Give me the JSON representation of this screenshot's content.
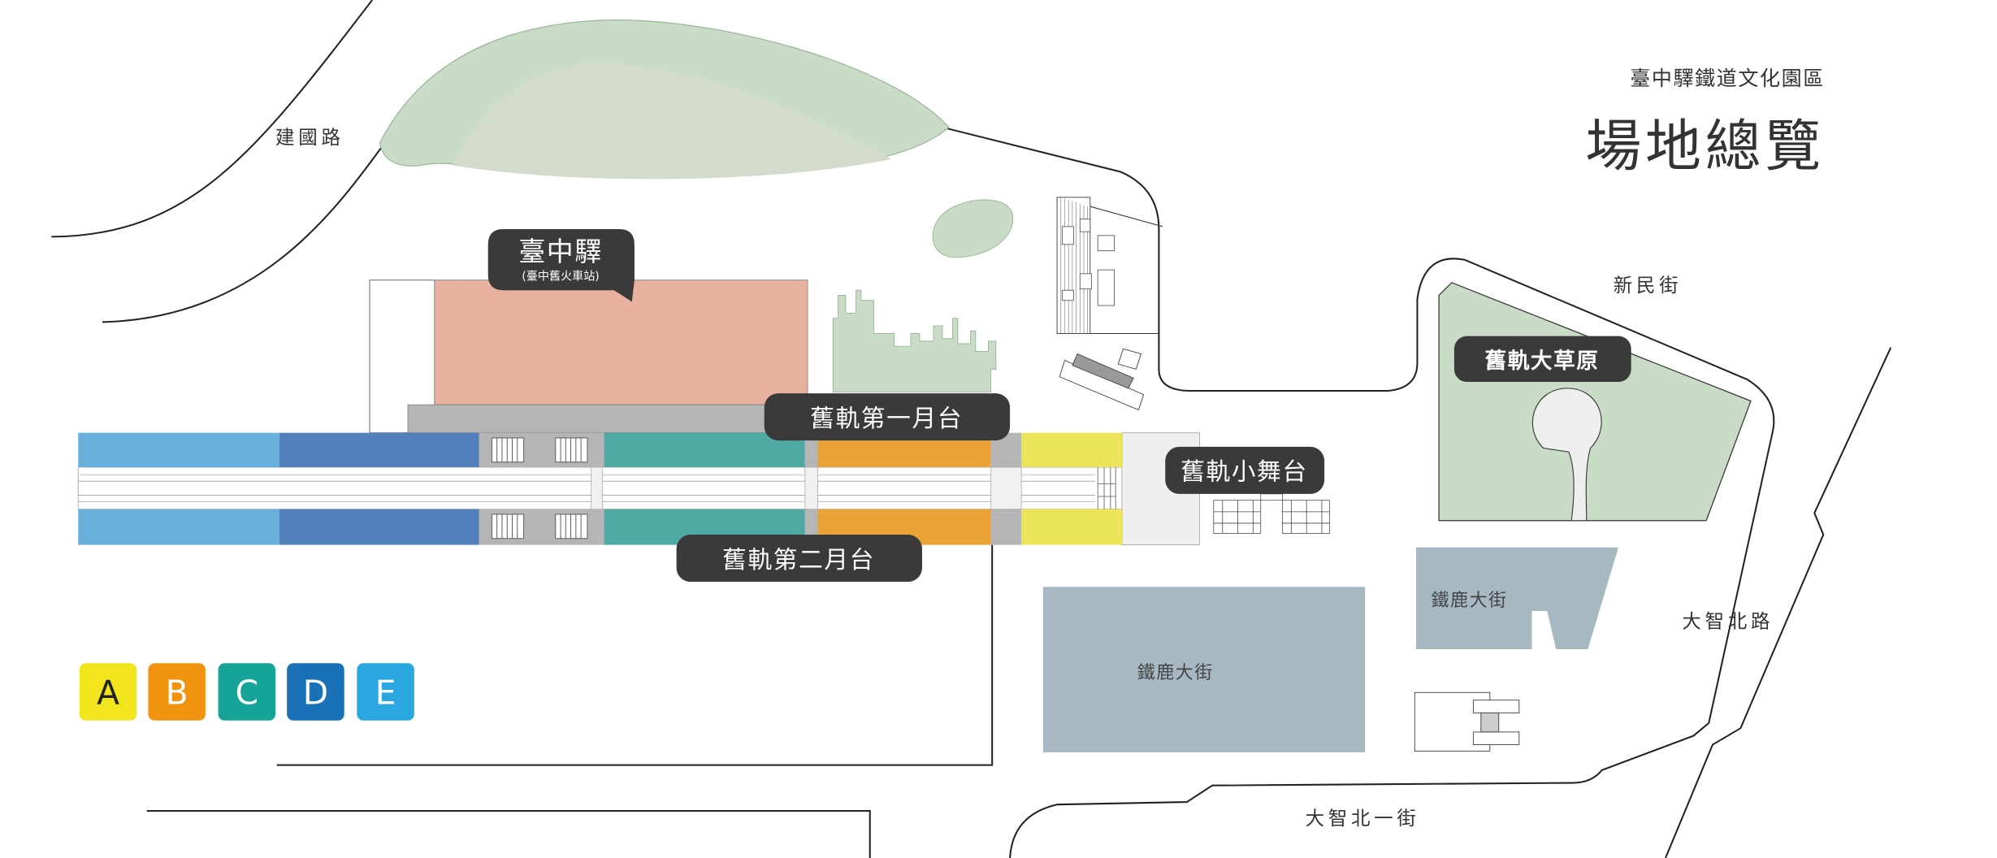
{
  "header": {
    "subtitle": "臺中驛鐵道文化園區",
    "title": "場地總覽"
  },
  "streets": {
    "jianguo": "建國路",
    "xinmin": "新民街",
    "dazhi_north": "大智北路",
    "dazhi_north_1": "大智北一街"
  },
  "labels": {
    "station_name": "臺中驛",
    "station_sub": "(臺中舊火車站)",
    "platform1": "舊軌第一月台",
    "platform2": "舊軌第二月台",
    "small_stage": "舊軌小舞台",
    "grassland": "舊軌大草原",
    "tielu_big": "鐵鹿大街",
    "tielu_small": "鐵鹿大街"
  },
  "legend": [
    {
      "label": "A",
      "color": "#f2e51d"
    },
    {
      "label": "B",
      "color": "#f0940f"
    },
    {
      "label": "C",
      "color": "#15a497"
    },
    {
      "label": "D",
      "color": "#1971b7"
    },
    {
      "label": "E",
      "color": "#2aa6e0"
    }
  ],
  "colors": {
    "zone_a": "#ece458",
    "zone_b": "#e8a236",
    "zone_c": "#4fa9a3",
    "zone_d": "#5180bb",
    "zone_e": "#68b0dc",
    "station": "#e8b09e",
    "green": "#c9ddc6",
    "street_block": "#a6b9c2",
    "pill": "#3a3a3a"
  }
}
